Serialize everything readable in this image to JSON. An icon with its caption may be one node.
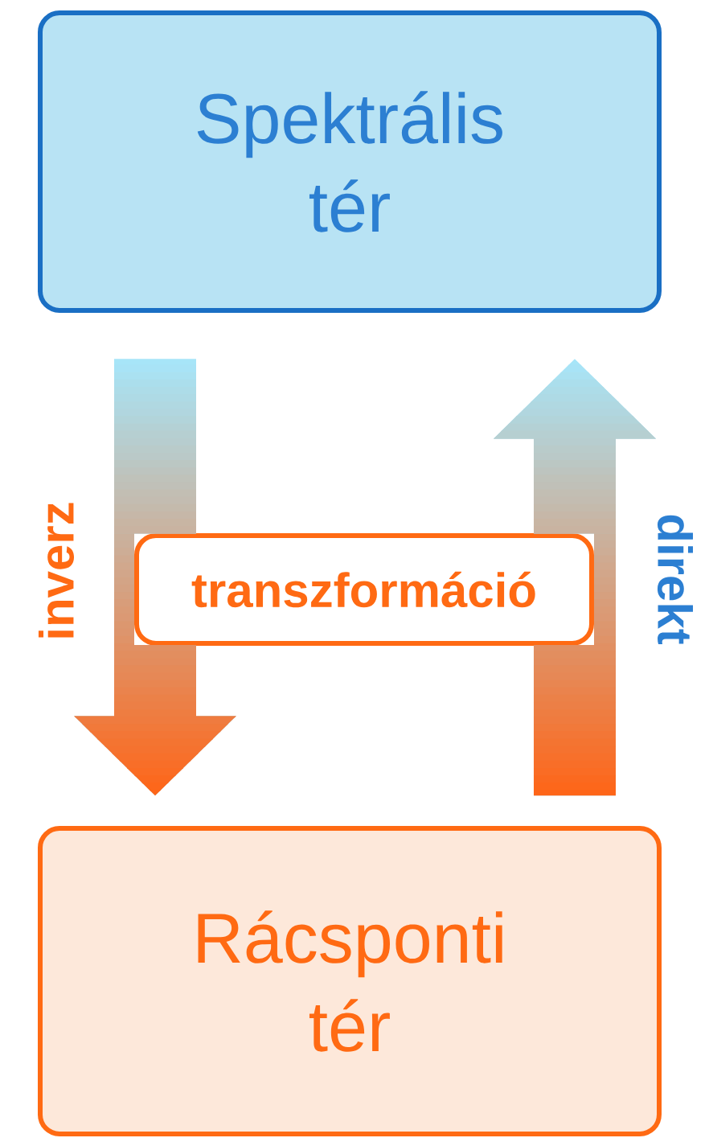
{
  "diagram": {
    "nodes": [
      {
        "text": [
          "Spektrális tér"
        ]
      },
      {
        "text": [
          "Rácsponti tér"
        ]
      },
      {
        "text": [
          "transzformáció"
        ]
      }
    ],
    "edges": [
      {
        "from": 0,
        "to": 1,
        "arrow": "to",
        "label": "inverz"
      },
      {
        "from": 1,
        "to": 0,
        "arrow": "to",
        "label": "direkt"
      }
    ]
  }
}
